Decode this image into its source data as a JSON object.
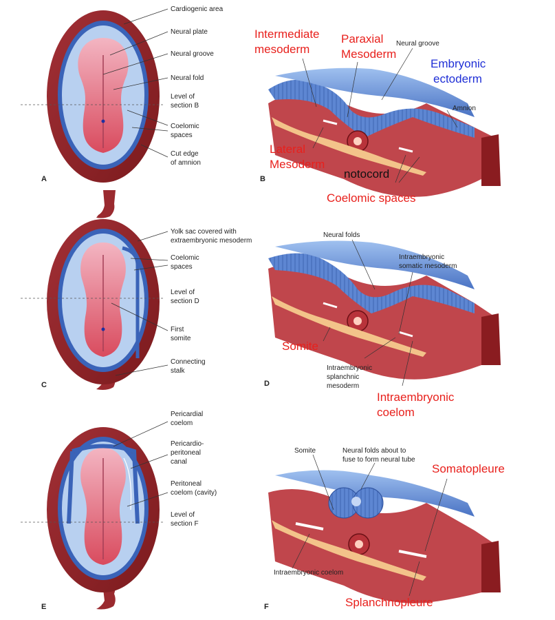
{
  "panel_letters": [
    "A",
    "B",
    "C",
    "D",
    "E",
    "F"
  ],
  "panelA": {
    "cardiogenic": "Cardiogenic area",
    "neural_plate": "Neural plate",
    "neural_groove": "Neural groove",
    "neural_fold": "Neural fold",
    "level1": "Level of",
    "level2": "section B",
    "coelomic1": "Coelomic",
    "coelomic2": "spaces",
    "cut1": "Cut edge",
    "cut2": "of amnion"
  },
  "panelB": {
    "intermediate1": "Intermediate",
    "intermediate2": "mesoderm",
    "paraxial1": "Paraxial",
    "paraxial2": "Mesoderm",
    "neural_groove": "Neural groove",
    "embryonic1": "Embryonic",
    "embryonic2": "ectoderm",
    "amnion": "Amnion",
    "lateral1": "Lateral",
    "lateral2": "Mesoderm",
    "notocord": "notocord",
    "coelomic": "Coelomic spaces"
  },
  "panelC": {
    "yolk1": "Yolk sac covered with",
    "yolk2": "extraembryonic mesoderm",
    "coelomic1": "Coelomic",
    "coelomic2": "spaces",
    "level1": "Level of",
    "level2": "section D",
    "somite1": "First",
    "somite2": "somite",
    "stalk1": "Connecting",
    "stalk2": "stalk"
  },
  "panelD": {
    "neural_folds": "Neural folds",
    "somatic1": "Intraembryonic",
    "somatic2": "somatic mesoderm",
    "somite": "Somite",
    "splanchnic1": "Intraembryonic",
    "splanchnic2": "splanchnic",
    "splanchnic3": "mesoderm",
    "coelom1": "Intraembryonic",
    "coelom2": "coelom"
  },
  "panelE": {
    "pericardial1": "Pericardial",
    "pericardial2": "coelom",
    "pp1": "Pericardio-",
    "pp2": "peritoneal",
    "pp3": "canal",
    "peritoneal1": "Peritoneal",
    "peritoneal2": "coelom (cavity)",
    "level1": "Level of",
    "level2": "section F"
  },
  "panelF": {
    "somite": "Somite",
    "folds1": "Neural folds about to",
    "folds2": "fuse to form neural tube",
    "somatopleure": "Somatopleure",
    "coelom": "Intraembryonic coelom",
    "splanchnopleure": "Splanchnopleure"
  },
  "colors": {
    "dark_red": "#8e1f22",
    "blue": "#6a8fd6",
    "pink": "#e0607a",
    "red_label": "#e8201c",
    "blue_label": "#1f2fd6"
  }
}
